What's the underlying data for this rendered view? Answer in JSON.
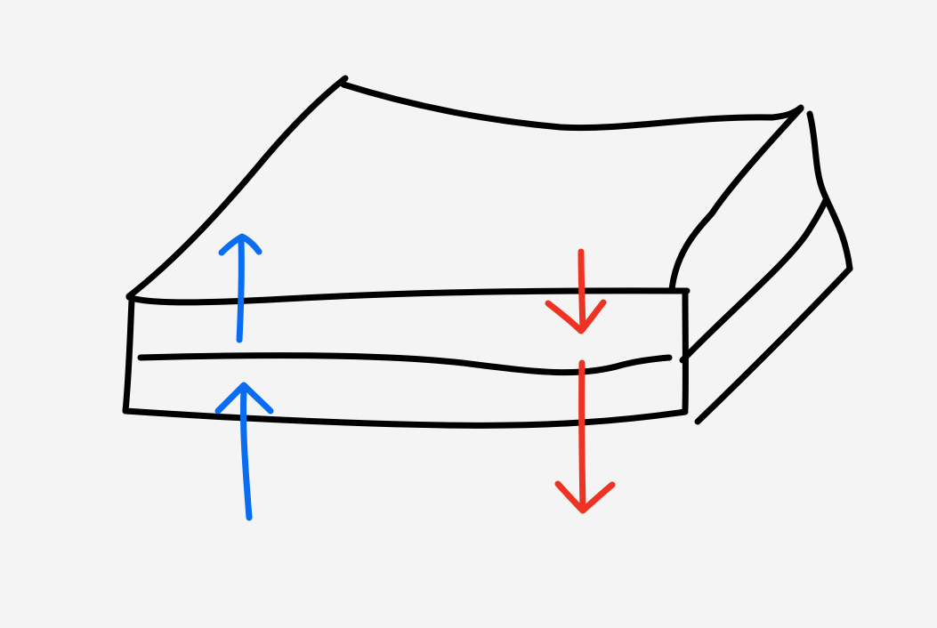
{
  "background": "#f4f4f4",
  "colors": {
    "outline": "#000000",
    "up_arrow": "#0a6cf0",
    "down_arrow": "#ee3324"
  },
  "diagram": {
    "shape": "layered-slab",
    "layers": 2,
    "arrows": [
      {
        "name": "upper-up-arrow",
        "direction": "up",
        "color": "#0a6cf0"
      },
      {
        "name": "lower-up-arrow",
        "direction": "up",
        "color": "#0a6cf0"
      },
      {
        "name": "upper-down-arrow",
        "direction": "down",
        "color": "#ee3324"
      },
      {
        "name": "lower-down-arrow",
        "direction": "down",
        "color": "#ee3324"
      }
    ]
  }
}
